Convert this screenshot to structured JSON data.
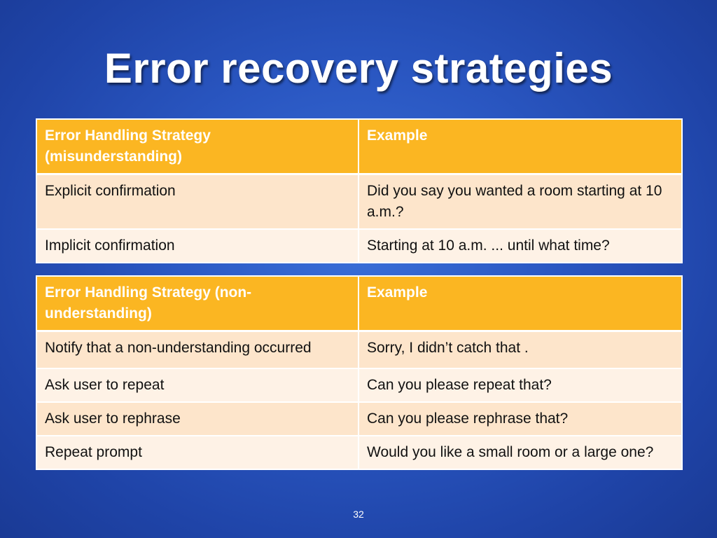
{
  "slide": {
    "title": "Error recovery strategies",
    "page_number": "32"
  },
  "tables": [
    {
      "headers": [
        "Error Handling Strategy (misunderstanding)",
        "Example"
      ],
      "rows": [
        [
          "Explicit confirmation",
          "Did you say you wanted a room starting at 10 a.m.?"
        ],
        [
          "Implicit confirmation",
          "Starting at 10 a.m. ... until what time?"
        ]
      ]
    },
    {
      "headers": [
        "Error Handling Strategy (non-understanding)",
        "Example"
      ],
      "rows": [
        [
          "Notify that a non-understanding occurred",
          "Sorry, I didn’t catch that ."
        ],
        [
          "Ask user to repeat",
          "Can you please repeat that?"
        ],
        [
          "Ask user to rephrase",
          "Can you please rephrase that?"
        ],
        [
          "Repeat prompt",
          "Would you like a small room or a large one?"
        ]
      ]
    }
  ],
  "colors": {
    "background": "#2a57c2",
    "header_fill": "#fbb622",
    "row_fill_odd": "#fde5cb",
    "row_fill_even": "#fef2e6",
    "title_text": "#ffffff"
  }
}
